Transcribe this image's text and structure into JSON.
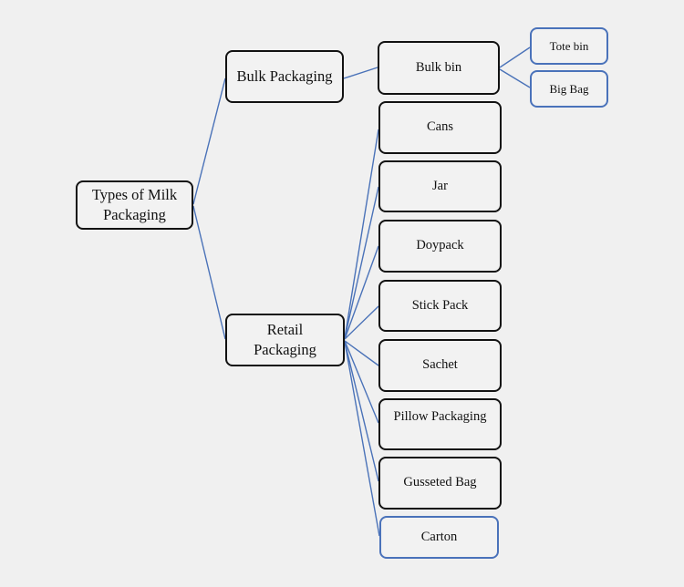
{
  "diagram": {
    "title": "Types of Milk Packaging",
    "colors": {
      "background": "#f0f0f0",
      "node_fill": "#f2f2f2",
      "black_border": "#121212",
      "blue_border": "#4a72ba",
      "connector_line": "#4a72b8"
    },
    "nodes": [
      {
        "id": "root",
        "label": "Types of Milk Packaging",
        "style": "black"
      },
      {
        "id": "bulk-packaging",
        "label": "Bulk Packaging",
        "style": "black"
      },
      {
        "id": "retail-packaging",
        "label": "Retail Packaging",
        "style": "black"
      },
      {
        "id": "bulk-bin",
        "label": "Bulk bin",
        "style": "black"
      },
      {
        "id": "tote-bin",
        "label": "Tote bin",
        "style": "blue"
      },
      {
        "id": "big-bag",
        "label": "Big Bag",
        "style": "blue"
      },
      {
        "id": "cans",
        "label": "Cans",
        "style": "black"
      },
      {
        "id": "jar",
        "label": "Jar",
        "style": "black"
      },
      {
        "id": "doypack",
        "label": "Doypack",
        "style": "black"
      },
      {
        "id": "stick-pack",
        "label": "Stick Pack",
        "style": "black"
      },
      {
        "id": "sachet",
        "label": "Sachet",
        "style": "black"
      },
      {
        "id": "pillow-packaging",
        "label": "Pillow Packaging",
        "style": "black"
      },
      {
        "id": "gusseted-bag",
        "label": "Gusseted Bag",
        "style": "black"
      },
      {
        "id": "carton",
        "label": "Carton",
        "style": "blue"
      }
    ],
    "edges": [
      {
        "from": "root",
        "to": "bulk-packaging"
      },
      {
        "from": "root",
        "to": "retail-packaging"
      },
      {
        "from": "bulk-packaging",
        "to": "bulk-bin"
      },
      {
        "from": "bulk-bin",
        "to": "tote-bin"
      },
      {
        "from": "bulk-bin",
        "to": "big-bag"
      },
      {
        "from": "retail-packaging",
        "to": "cans"
      },
      {
        "from": "retail-packaging",
        "to": "jar"
      },
      {
        "from": "retail-packaging",
        "to": "doypack"
      },
      {
        "from": "retail-packaging",
        "to": "stick-pack"
      },
      {
        "from": "retail-packaging",
        "to": "sachet"
      },
      {
        "from": "retail-packaging",
        "to": "pillow-packaging"
      },
      {
        "from": "retail-packaging",
        "to": "gusseted-bag"
      },
      {
        "from": "retail-packaging",
        "to": "carton"
      }
    ]
  }
}
